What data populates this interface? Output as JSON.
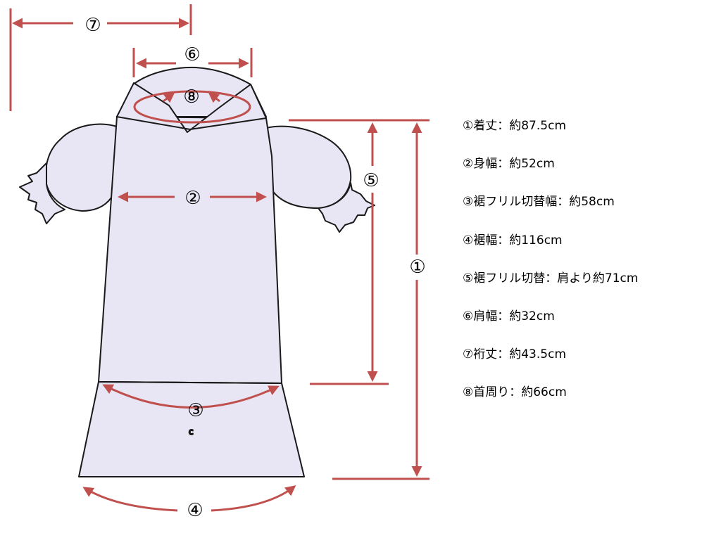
{
  "diagram": {
    "markers": {
      "m1": "①",
      "m2": "②",
      "m3": "③",
      "m4": "④",
      "m5": "⑤",
      "m6": "⑥",
      "m7": "⑦",
      "m8": "⑧"
    },
    "hem_small_text": "c",
    "colors": {
      "garment_fill": "#e8e6f4",
      "outline": "#1a1a1a",
      "arrow": "#c0504d"
    }
  },
  "legend": {
    "items": [
      "①着丈：約87.5cm",
      "②身幅：約52cm",
      "③裾フリル切替幅：約58cm",
      "④裾幅：約116cm",
      "⑤裾フリル切替：肩より約71cm",
      "⑥肩幅：約32cm",
      "⑦裄丈：約43.5cm",
      "⑧首周り：約66cm"
    ]
  }
}
